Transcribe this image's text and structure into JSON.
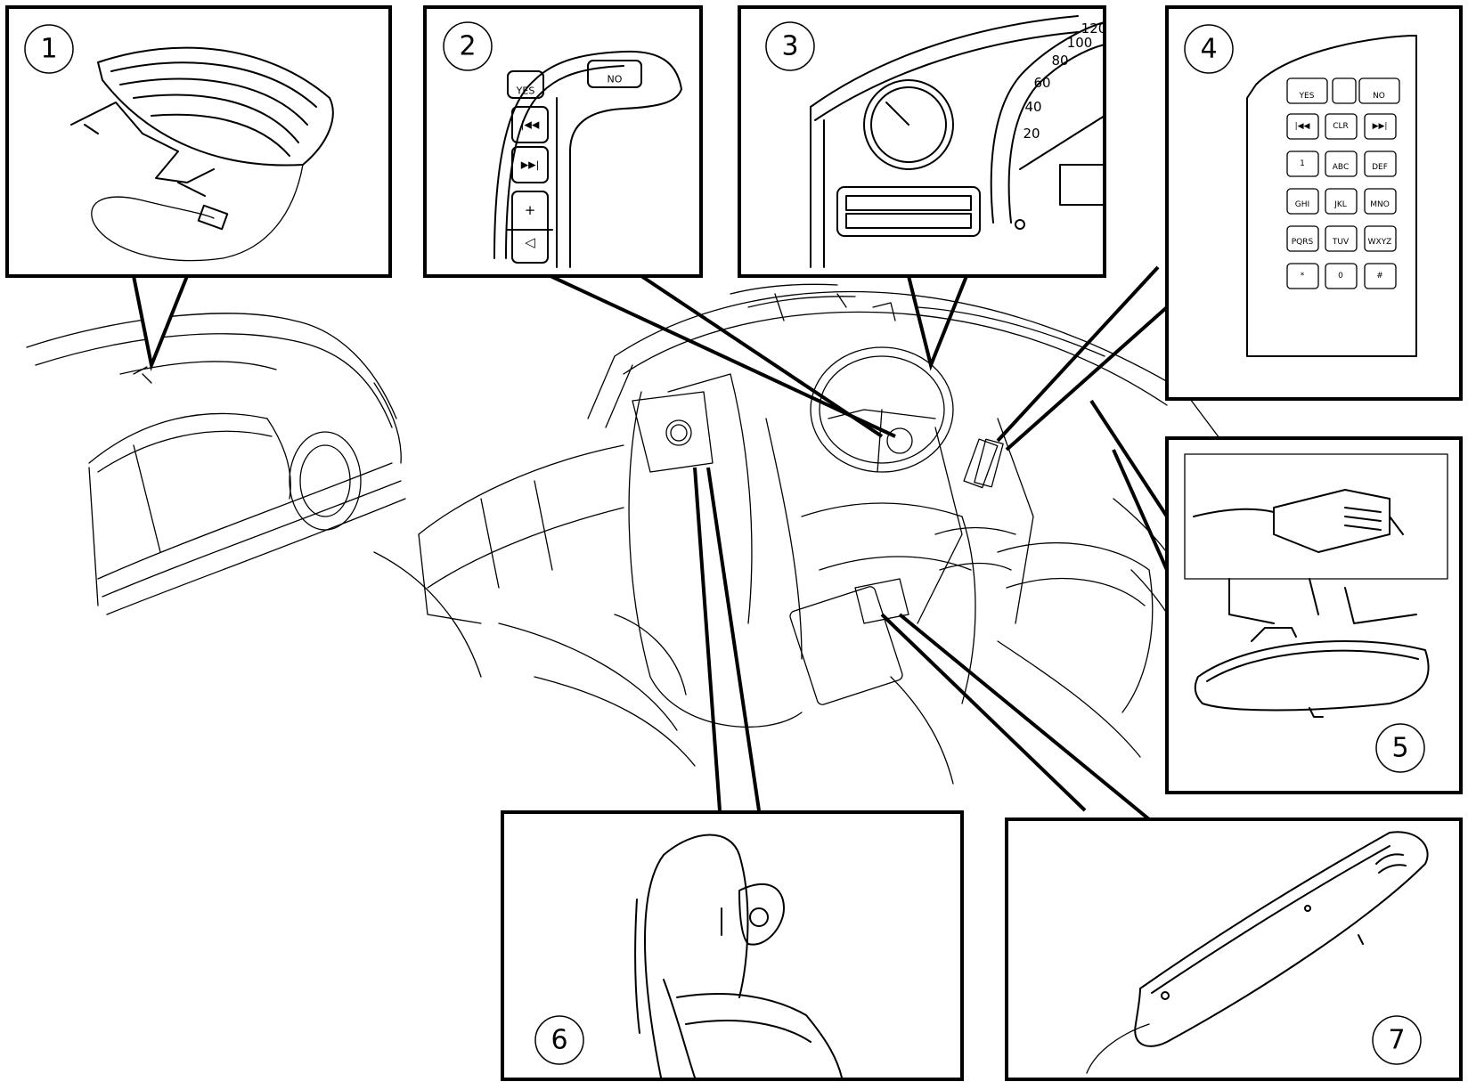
{
  "callouts": [
    "1",
    "2",
    "3",
    "4",
    "5",
    "6",
    "7"
  ],
  "steering_buttons": {
    "top_left": "YES",
    "top_right": "NO"
  },
  "keypad": {
    "row1": [
      "YES",
      "",
      "NO"
    ],
    "row2": [
      "",
      "CLR",
      ""
    ],
    "row3": [
      "1",
      "ABC",
      "DEF"
    ],
    "row4": [
      "GHI",
      "JKL",
      "MNO"
    ],
    "row5": [
      "PQRS",
      "TUV",
      "WXYZ"
    ],
    "row6": [
      "*",
      "0",
      "#"
    ]
  },
  "speedometer": {
    "ticks": [
      "20",
      "40",
      "60",
      "80",
      "100",
      "120"
    ]
  }
}
